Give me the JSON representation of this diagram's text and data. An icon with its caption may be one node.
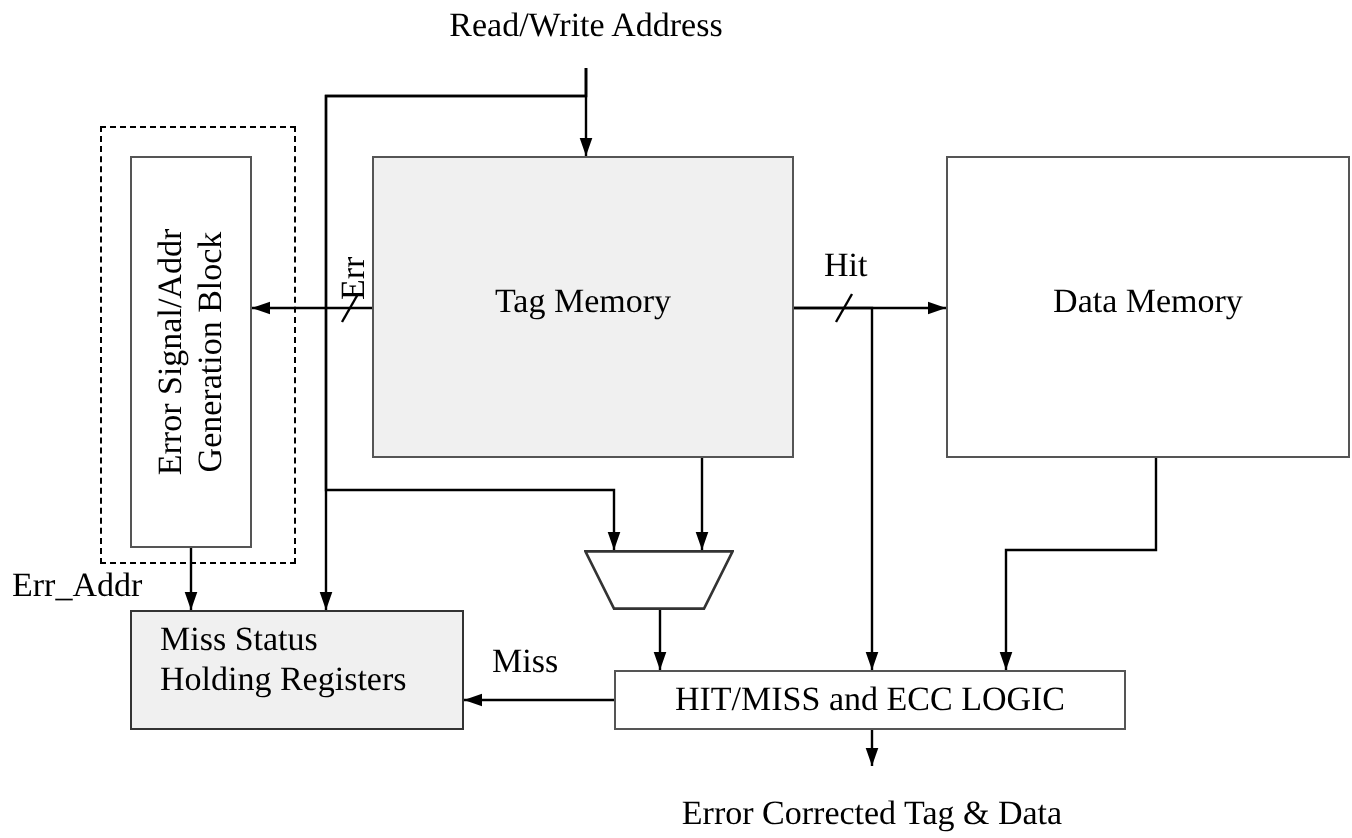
{
  "diagram": {
    "nodes": [
      {
        "text": [
          "Read/Write Address"
        ]
      },
      {
        "text": [],
        "shape": "box"
      },
      {
        "text": [
          "Error Signal/Addr Generation Block"
        ],
        "in": 1
      },
      {
        "text": [
          "Tag Memory"
        ]
      },
      {
        "text": [
          "Data Memory"
        ]
      },
      {
        "text": [],
        "shape": "trapezoid"
      },
      {
        "text": [
          "Miss Status Holding Registers"
        ]
      },
      {
        "text": [
          "HIT/MISS and ECC LOGIC"
        ]
      },
      {
        "text": [
          "Error Corrected Tag & Data"
        ]
      }
    ],
    "edges": [
      {
        "from": 0,
        "to": 3,
        "arrow": "to"
      },
      {
        "from": 0,
        "to": 5,
        "arrow": "to"
      },
      {
        "from": 0,
        "to": 6,
        "arrow": "to"
      },
      {
        "from": 3,
        "to": 2,
        "arrow": "to",
        "label": "Err"
      },
      {
        "from": 3,
        "to": 4,
        "arrow": "to",
        "label": "Hit"
      },
      {
        "from": 3,
        "to": 7,
        "arrow": "to"
      },
      {
        "from": 3,
        "to": 5,
        "arrow": "to"
      },
      {
        "from": 4,
        "to": 7,
        "arrow": "to"
      },
      {
        "from": 5,
        "to": 7,
        "arrow": "to"
      },
      {
        "from": 7,
        "to": 6,
        "arrow": "to",
        "label": "Miss"
      },
      {
        "from": 2,
        "to": 6,
        "arrow": "to",
        "label": "Err_Addr"
      },
      {
        "from": 7,
        "to": 8,
        "arrow": "to"
      }
    ]
  }
}
